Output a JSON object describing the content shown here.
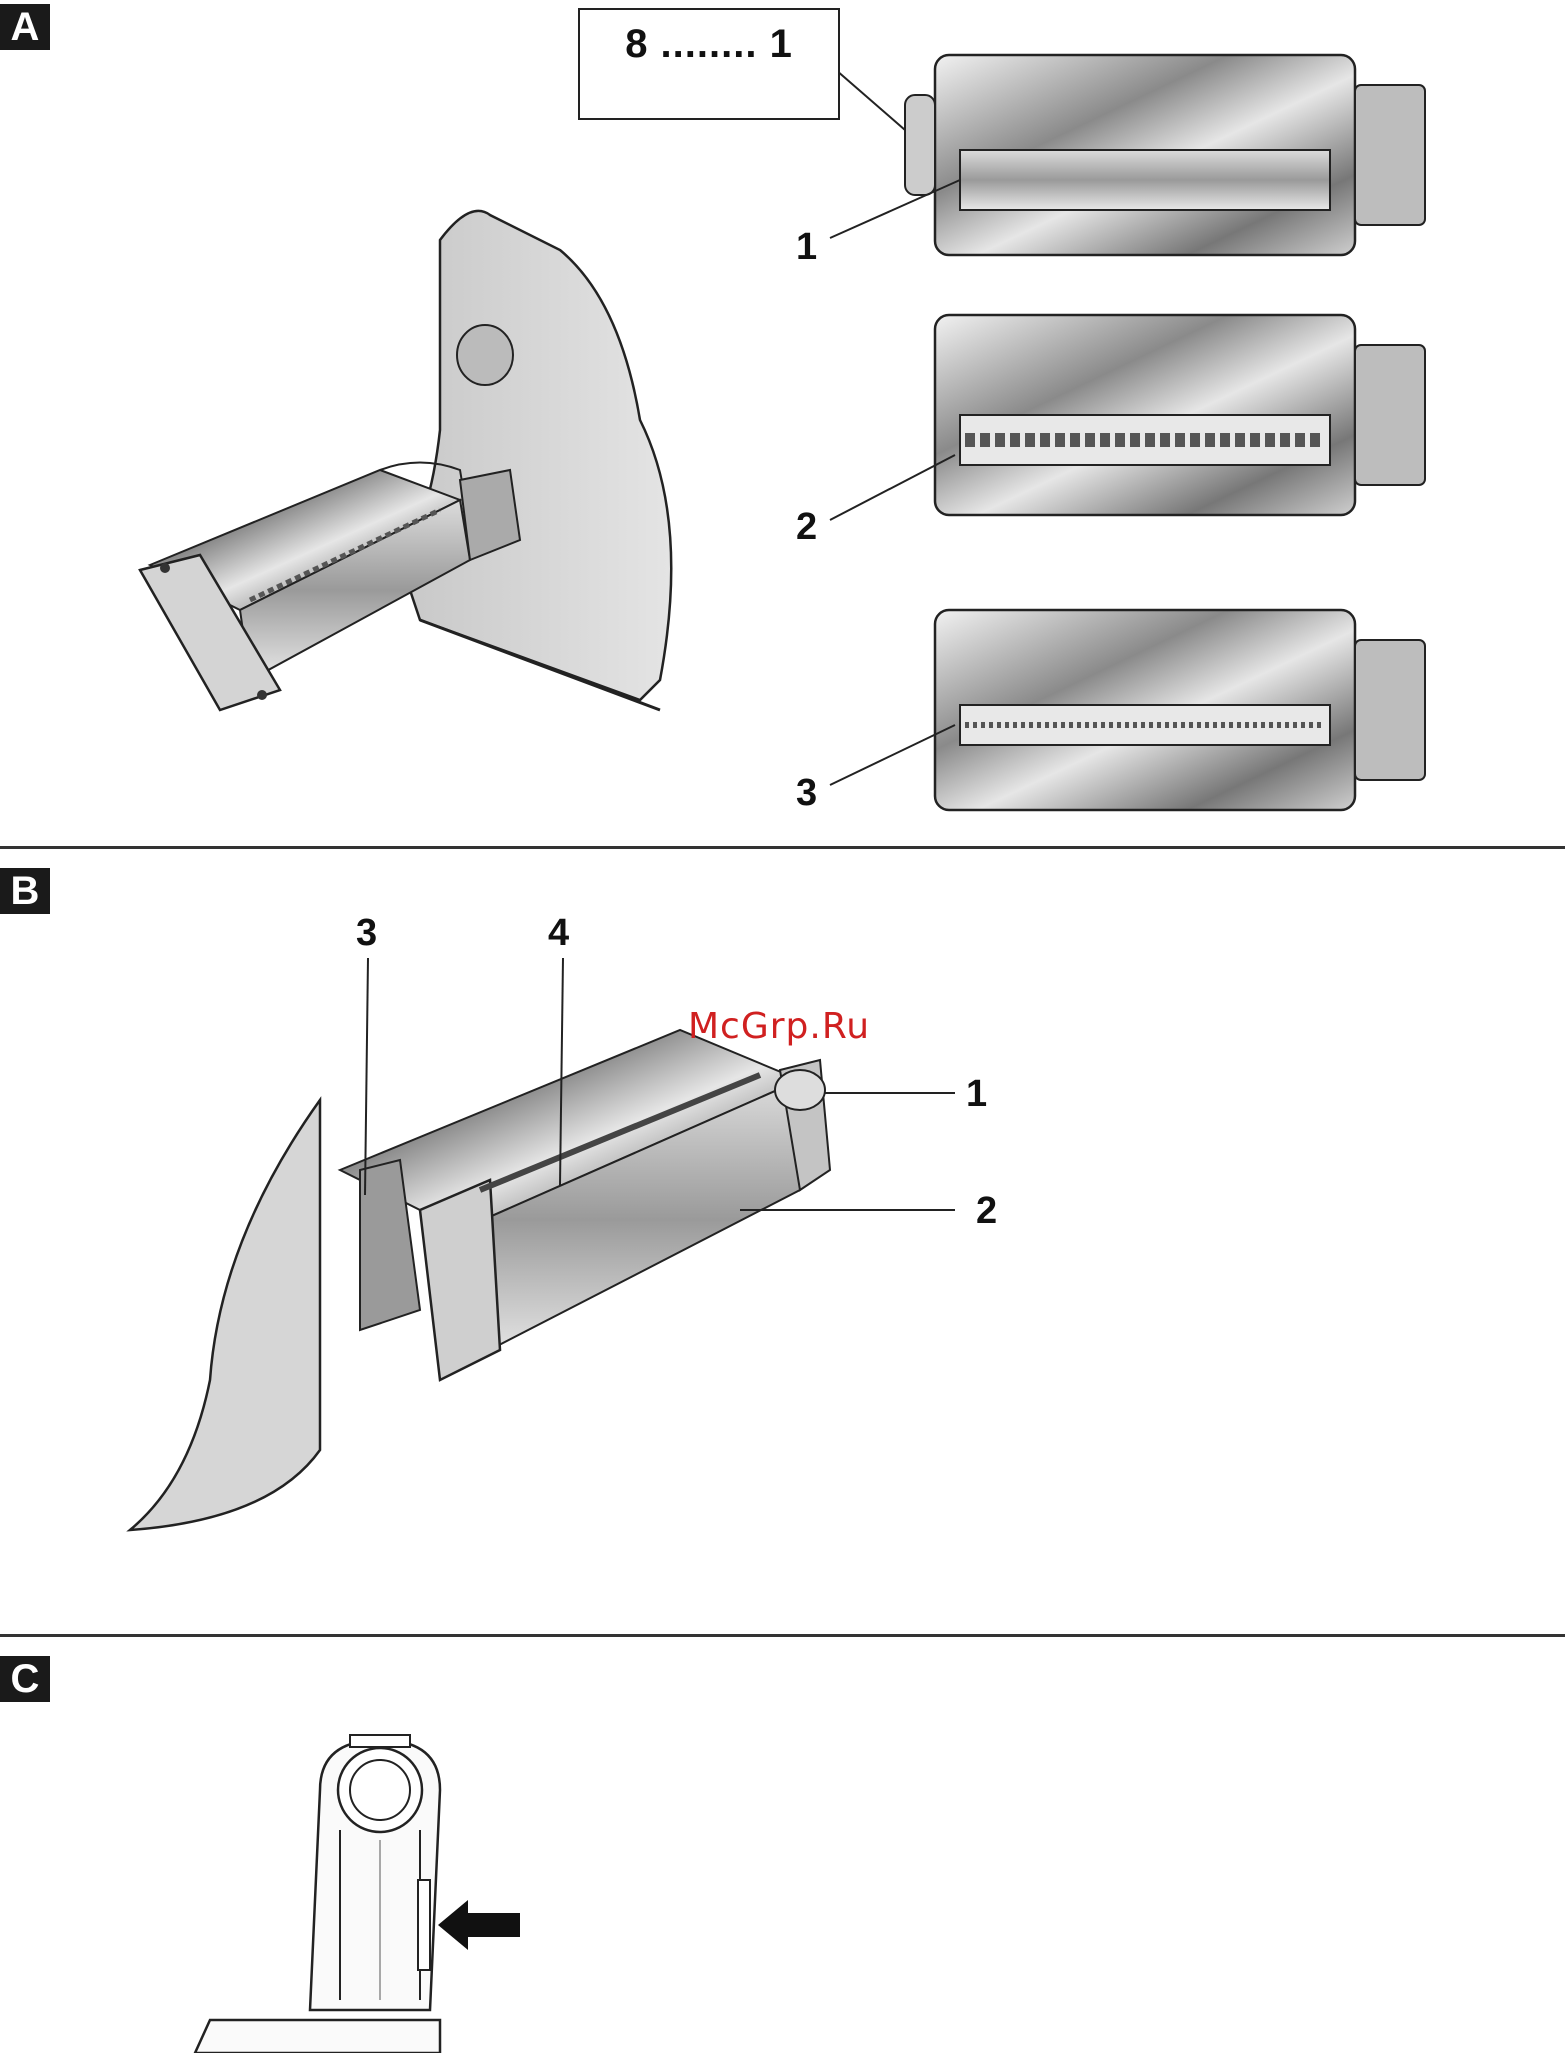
{
  "panels": {
    "a": {
      "label": "A"
    },
    "b": {
      "label": "B"
    },
    "c": {
      "label": "C"
    }
  },
  "panel_a": {
    "scale_text": "8 ........ 1",
    "callouts": [
      "1",
      "2",
      "3"
    ]
  },
  "panel_b": {
    "callouts": [
      "3",
      "4",
      "1",
      "2"
    ]
  },
  "watermark": "McGrp.Ru",
  "colors": {
    "ink": "#1a1a1a",
    "metal_light": "#e8e8e8",
    "metal_dark": "#6a6a6a"
  }
}
